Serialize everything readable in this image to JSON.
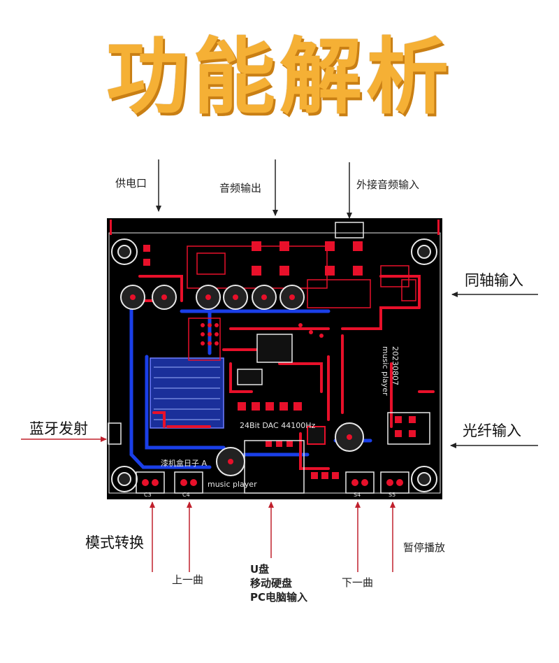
{
  "title": "功能解析",
  "labels": {
    "power": "供电口",
    "audio_out": "音频输出",
    "ext_audio_in": "外接音频输入",
    "coaxial_in": "同轴输入",
    "bt_tx": "蓝牙发射",
    "optical_in": "光纤输入",
    "mode_switch": "模式转换",
    "prev": "上一曲",
    "usb_line1": "U盘",
    "usb_line2": "移动硬盘",
    "usb_line3": "PC电脑输入",
    "next": "下一曲",
    "pause_play": "暂停播放"
  },
  "board": {
    "dac_text": "24Bit DAC 44100Hz",
    "player_text_1": "music player",
    "player_text_2": "music player",
    "date_code": "20230807",
    "cn_silk": "漆机盒日子 A",
    "button_refs": [
      "C3",
      "C4",
      "S4",
      "S5"
    ],
    "colors": {
      "bg": "#000000",
      "top_copper": "#e8102a",
      "bottom_copper": "#1a3fe8",
      "silk": "#e8e8e8",
      "arrow_red": "#c0202c"
    }
  }
}
